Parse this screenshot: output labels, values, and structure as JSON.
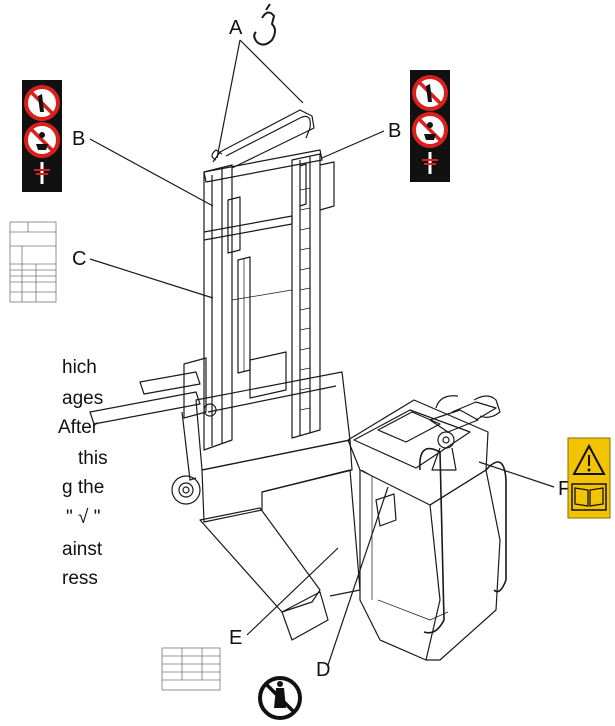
{
  "callouts": {
    "a": "A",
    "b_left": "B",
    "b_right": "B",
    "c": "C",
    "d": "D",
    "e": "E",
    "f": "F"
  },
  "text_fragments": [
    "hich",
    "ages",
    "After",
    "this",
    "g the",
    "\" √ \"",
    "ainst",
    "ress"
  ],
  "icons": {
    "prohibition_left": "no-standing-under-load-icon",
    "prohibition_right": "no-standing-under-load-icon",
    "prohibition_bottom": "no-riding-icon",
    "warning": "warning-triangle-icon",
    "manual": "read-manual-icon"
  },
  "colors": {
    "prohibition_red": "#d9201c",
    "sign_black": "#111111",
    "warning_yellow": "#f2c300"
  }
}
